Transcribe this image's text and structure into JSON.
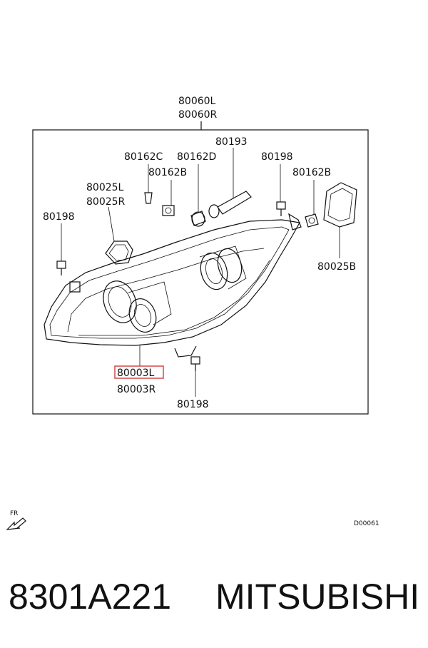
{
  "labels": {
    "assembly_l": "80060L",
    "assembly_r": "80060R",
    "bulb_80193": "80193",
    "socket_80162c": "80162C",
    "socket_80162d": "80162D",
    "socket_80162b_left": "80162B",
    "bolt_80198_top": "80198",
    "socket_80162b_right": "80162B",
    "cover_80025l": "80025L",
    "cover_80025r": "80025R",
    "bolt_80198_left": "80198",
    "cover_80025b": "80025B",
    "lens_80003l": "80003L",
    "lens_80003r": "80003R",
    "bolt_80198_bottom": "80198"
  },
  "front_indicator": "FR",
  "diagram_code": "D00061",
  "footer": {
    "part_number": "8301A221",
    "brand": "MITSUBISHI"
  }
}
